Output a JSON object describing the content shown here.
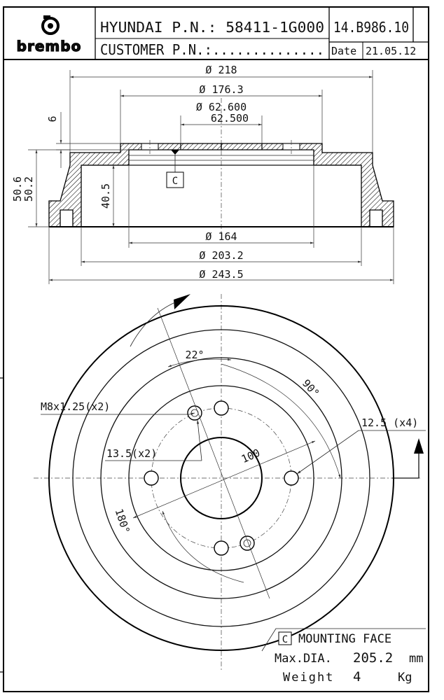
{
  "title_block": {
    "brand": "brembo",
    "oem_label": "HYUNDAI P.N.: 58411-1G000",
    "drawing_code": "14.B986.10",
    "customer_label": "CUSTOMER P.N.:..............",
    "date_label": "Date",
    "date_value": "21.05.12"
  },
  "section_view": {
    "dia_218": "Ø 218",
    "dia_176_3": "Ø 176.3",
    "dia_62_600": "Ø 62.600",
    "dia_62_500": "62.500",
    "dim_6": "6",
    "dim_50_6": "50.6",
    "dim_50_2": "50.2",
    "dim_40_5": "40.5",
    "datum_c": "C",
    "dia_164": "Ø 164",
    "dia_203_2": "Ø 203.2",
    "dia_243_5": "Ø 243.5"
  },
  "front_view": {
    "angle_22": "22°",
    "angle_90": "90°",
    "angle_180": "180°",
    "thread_label": "M8x1.25(x2)",
    "hole_12_5": "12.5 (x4)",
    "hole_13_5": "13.5(x2)",
    "pcd_100": "100"
  },
  "notes": {
    "datum_box": "C",
    "mounting_face": "MOUNTING FACE",
    "max_dia_label": "Max.DIA.",
    "max_dia_value": "205.2",
    "max_dia_unit": "mm",
    "weight_label": "Weight",
    "weight_value": "4",
    "weight_unit": "Kg"
  }
}
